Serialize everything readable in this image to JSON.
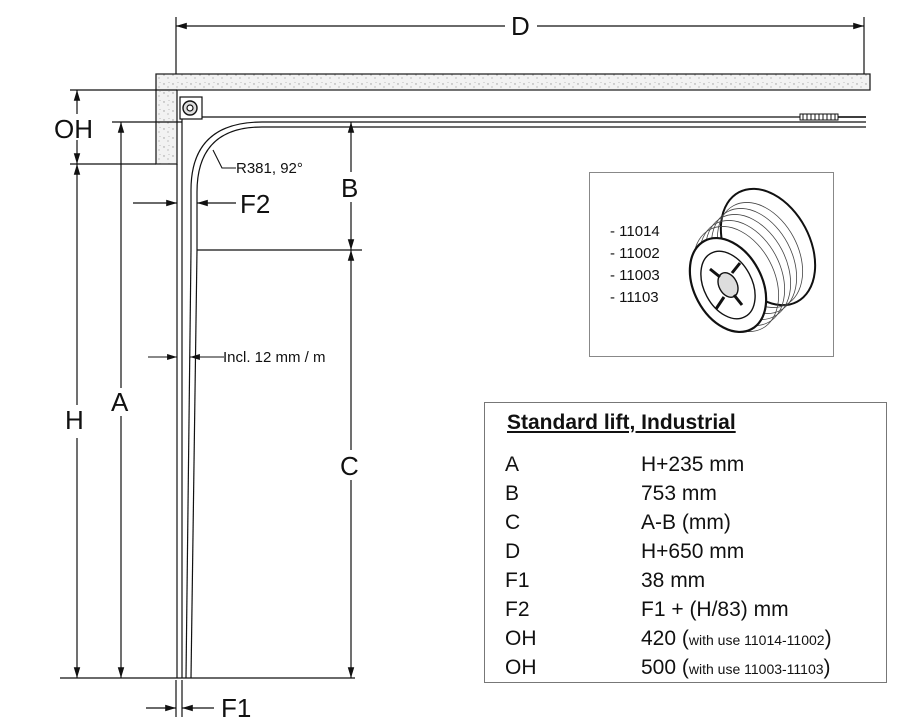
{
  "dimensions": {
    "D": "D",
    "OH": "OH",
    "H": "H",
    "A": "A",
    "B": "B",
    "C": "C",
    "F1": "F1",
    "F2": "F2",
    "radius": "R381, 92°",
    "incline": "Incl. 12 mm / m"
  },
  "inset": {
    "codes": [
      "- 11014",
      "- 11002",
      "- 11003",
      "- 11103"
    ],
    "image": "cable-drum"
  },
  "spec_table": {
    "title": "Standard lift, Industrial",
    "rows": [
      {
        "key": "A",
        "value": "H+235 mm",
        "note": ""
      },
      {
        "key": "B",
        "value": "753 mm",
        "note": ""
      },
      {
        "key": "C",
        "value": "A-B (mm)",
        "note": ""
      },
      {
        "key": "D",
        "value": "H+650 mm",
        "note": ""
      },
      {
        "key": "F1",
        "value": "38 mm",
        "note": ""
      },
      {
        "key": "F2",
        "value": "F1 + (H/83) mm",
        "note": ""
      },
      {
        "key": "OH",
        "value": "420 (",
        "note": "with use 11014-11002",
        "close": ")"
      },
      {
        "key": "OH",
        "value": "500 (",
        "note": "with use 11003-11103",
        "close": ")"
      }
    ]
  },
  "colors": {
    "line": "#111111",
    "hatch": "#bbbbbb"
  }
}
